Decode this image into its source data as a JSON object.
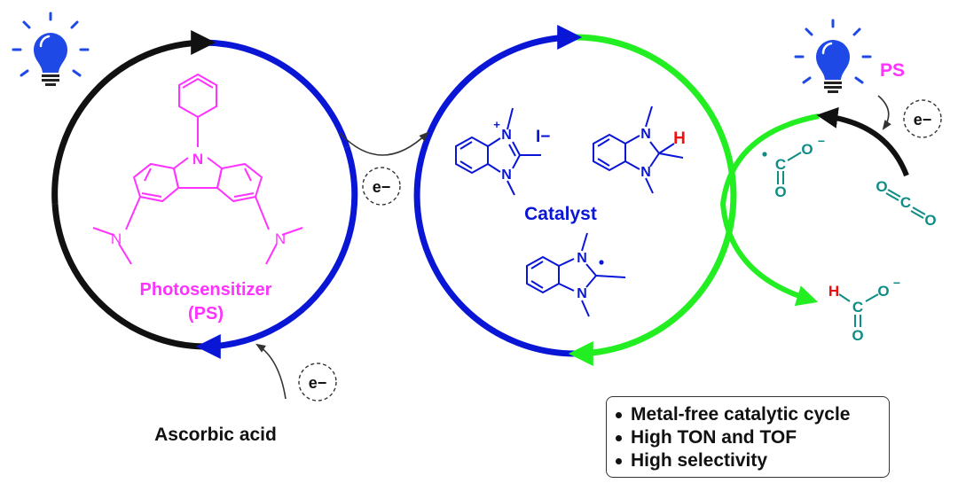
{
  "labels": {
    "photosensitizer_line1": "Photosensitizer",
    "photosensitizer_line2": "(PS)",
    "catalyst": "Catalyst",
    "ascorbic_acid": "Ascorbic acid",
    "ps": "PS",
    "electron": "e−",
    "amine_n": "N",
    "iodide": "I−",
    "plus": "+",
    "minus": "−",
    "hydrogen": "H",
    "carbon": "C",
    "oxygen": "O"
  },
  "features": [
    "Metal-free catalytic cycle",
    "High TON and TOF",
    "High selectivity"
  ],
  "colors": {
    "magenta": "#ff33ff",
    "blue": "#0a16d6",
    "green": "#22ee22",
    "teal": "#0f8c86",
    "red": "#ee1111",
    "bulb": "#1e49e6",
    "black": "#111111"
  },
  "icons": [
    "light-bulb-icon",
    "light-bulb-icon"
  ]
}
